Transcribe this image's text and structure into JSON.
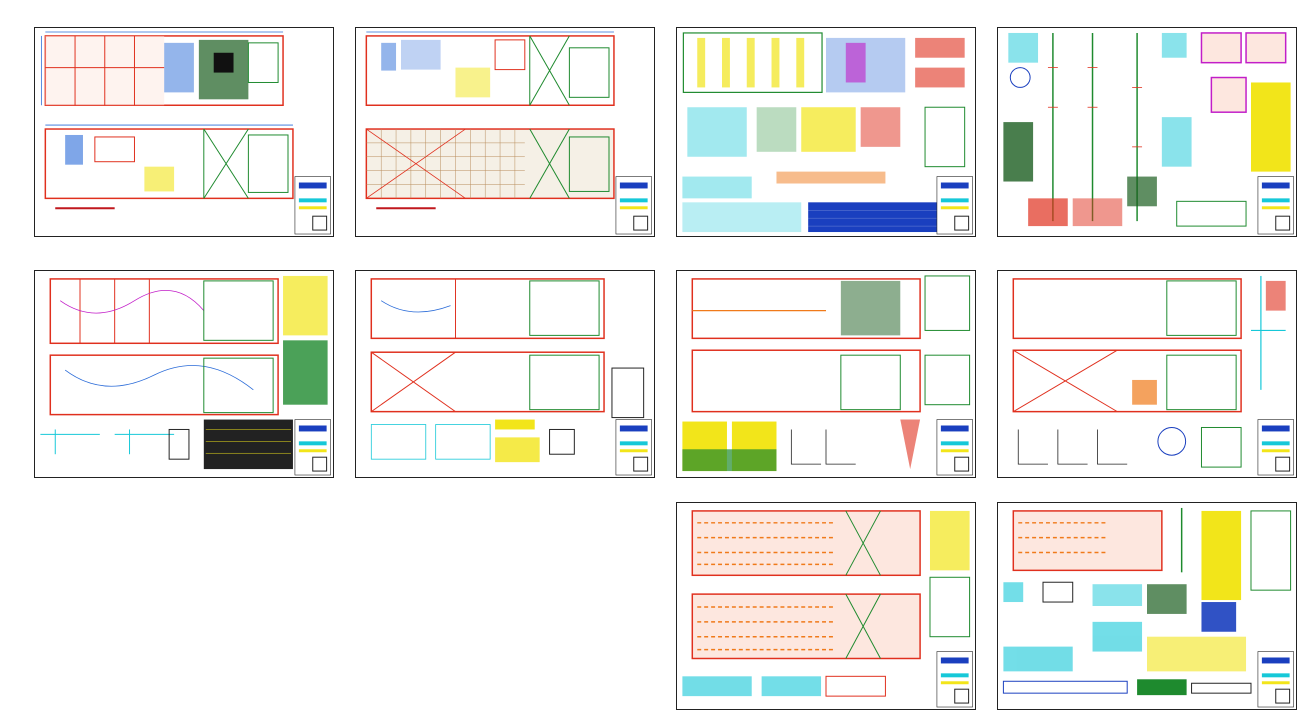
{
  "sheets": [
    {
      "id": "s1",
      "kind": "floor-plans-architecture"
    },
    {
      "id": "s2",
      "kind": "floor-plans-architecture"
    },
    {
      "id": "s3",
      "kind": "structural-details"
    },
    {
      "id": "s4",
      "kind": "structural-columns-elevations"
    },
    {
      "id": "s5",
      "kind": "electrical-installations"
    },
    {
      "id": "s6",
      "kind": "electrical-installations"
    },
    {
      "id": "s7",
      "kind": "sanitary-installations"
    },
    {
      "id": "s8",
      "kind": "sanitary-installations"
    },
    {
      "id": "s9",
      "kind": "slab-framing-plans"
    },
    {
      "id": "s10",
      "kind": "slab-framing-details"
    }
  ],
  "colors": {
    "background": "#ffffff",
    "sheet_border": "#222222",
    "wall_red": "#e0301e",
    "wall_green": "#1e8a2e",
    "dimension_blue": "#2a6bd8",
    "cyan": "#16c8d8",
    "yellow": "#f2e51a",
    "magenta": "#c21ec8",
    "orange": "#f07a1a",
    "title_block_blue": "#1a3fbf",
    "dark_green": "#1b5e20"
  }
}
